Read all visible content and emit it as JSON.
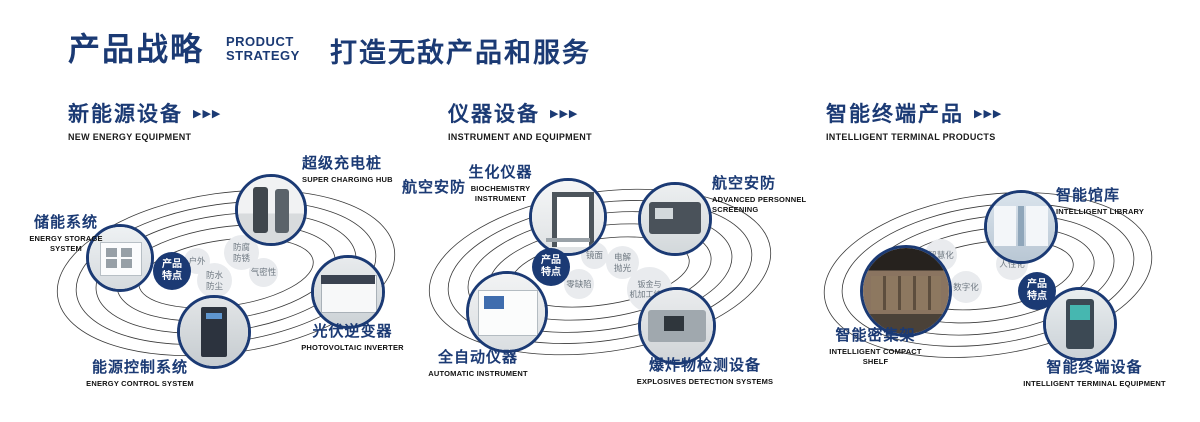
{
  "decor": {
    "arrow_glyph": "▶▶▶",
    "navy": "#1b3a74",
    "bubble_bg": "#e9ebee"
  },
  "header": {
    "title_cn": "产品战略",
    "title_en": "PRODUCT\nSTRATEGY",
    "tagline": "打造无敌产品和服务"
  },
  "sections": [
    {
      "title": "新能源设备",
      "subtitle": "NEW ENERGY EQUIPMENT",
      "badge": "产品\n特点",
      "features": [
        "户外",
        "防腐\n防锈",
        "防水\n防尘",
        "气密性"
      ],
      "products": [
        {
          "cn": "储能系统",
          "en": "ENERGY STORAGE\nSYSTEM"
        },
        {
          "cn": "超级充电桩",
          "en": "SUPER CHARGING HUB"
        },
        {
          "cn": "光伏逆变器",
          "en": "PHOTOVOLTAIC INVERTER"
        },
        {
          "cn": "能源控制系统",
          "en": "ENERGY CONTROL SYSTEM"
        }
      ]
    },
    {
      "title": "仪器设备",
      "subtitle": "INSTRUMENT AND EQUIPMENT",
      "badge": "产品\n特点",
      "side_label": "航空安防",
      "features": [
        "镜面",
        "电解\n抛光",
        "零缺陷",
        "钣金与\n机加工结合"
      ],
      "products": [
        {
          "cn": "生化仪器",
          "en": "BIOCHEMISTRY\nINSTRUMENT"
        },
        {
          "cn": "航空安防",
          "en": "ADVANCED PERSONNEL\nSCREENING"
        },
        {
          "cn": "全自动仪器",
          "en": "AUTOMATIC INSTRUMENT"
        },
        {
          "cn": "爆炸物检测设备",
          "en": "EXPLOSIVES DETECTION SYSTEMS"
        }
      ]
    },
    {
      "title": "智能终端产品",
      "subtitle": "INTELLIGENT TERMINAL PRODUCTS",
      "badge": "产品\n特点",
      "features": [
        "智慧化",
        "人性化",
        "数字化"
      ],
      "products": [
        {
          "cn": "智能馆库",
          "en": "INTELLIGENT LIBRARY"
        },
        {
          "cn": "智能密集架",
          "en": "INTELLIGENT COMPACT\nSHELF"
        },
        {
          "cn": "智能终端设备",
          "en": "INTELLIGENT TERMINAL EQUIPMENT"
        }
      ]
    }
  ]
}
